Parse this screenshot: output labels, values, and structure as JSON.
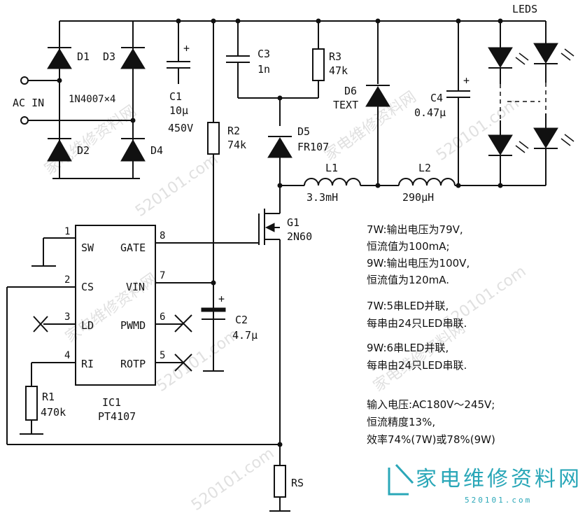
{
  "diagram": {
    "input": {
      "label": "AC IN"
    },
    "rectifier": {
      "diodes": [
        "D1",
        "D2",
        "D3",
        "D4"
      ],
      "part": "1N4007×4"
    },
    "c1": {
      "ref": "C1",
      "value": "10μ",
      "voltage": "450V"
    },
    "c3": {
      "ref": "C3",
      "value": "1n"
    },
    "r3": {
      "ref": "R3",
      "value": "47k"
    },
    "d6": {
      "ref": "D6",
      "value": "TEXT"
    },
    "c4": {
      "ref": "C4",
      "value": "0.47μ"
    },
    "leds": {
      "label": "LEDS"
    },
    "r2": {
      "ref": "R2",
      "value": "74k"
    },
    "d5": {
      "ref": "D5",
      "value": "FR107"
    },
    "l1": {
      "ref": "L1",
      "value": "3.3mH"
    },
    "l2": {
      "ref": "L2",
      "value": "290μH"
    },
    "g1": {
      "ref": "G1",
      "value": "2N60"
    },
    "c2": {
      "ref": "C2",
      "value": "4.7μ"
    },
    "r1": {
      "ref": "R1",
      "value": "470k"
    },
    "rs": {
      "ref": "RS"
    },
    "ic": {
      "ref": "IC1",
      "part": "PT4107",
      "pins": [
        {
          "num": "1",
          "name": "SW"
        },
        {
          "num": "2",
          "name": "CS"
        },
        {
          "num": "3",
          "name": "LD"
        },
        {
          "num": "4",
          "name": "RI"
        },
        {
          "num": "8",
          "name": "GATE"
        },
        {
          "num": "7",
          "name": "VIN"
        },
        {
          "num": "6",
          "name": "PWMD"
        },
        {
          "num": "5",
          "name": "ROTP"
        }
      ]
    }
  },
  "notes": [
    "7W:输出电压为79V,",
    "恒流值为100mA;",
    "9W:输出电压为100V,",
    "恒流值为120mA.",
    "7W:5串LED并联,",
    "每串由24只LED串联.",
    "9W:6串LED并联,",
    "每串由24只LED串联.",
    "输入电压:AC180V～245V;",
    "恒流精度13%,",
    "效率74%(7W)或78%(9W)"
  ],
  "watermark": {
    "site_cn": "家电维修资料网",
    "url": "520101.com",
    "logo_url": "520101.com"
  }
}
